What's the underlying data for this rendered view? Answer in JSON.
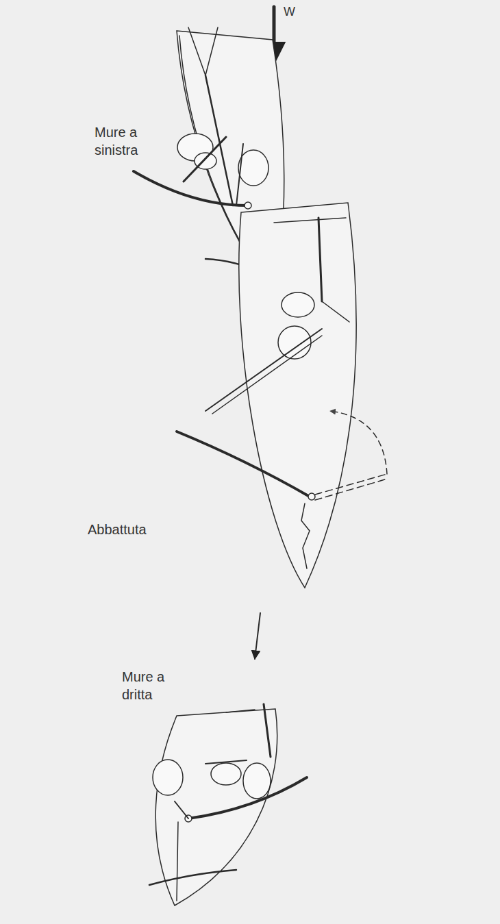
{
  "diagram": {
    "labels": [
      "W",
      "Mure a sinistra",
      "Abbattuta",
      "Mure a dritta"
    ]
  }
}
